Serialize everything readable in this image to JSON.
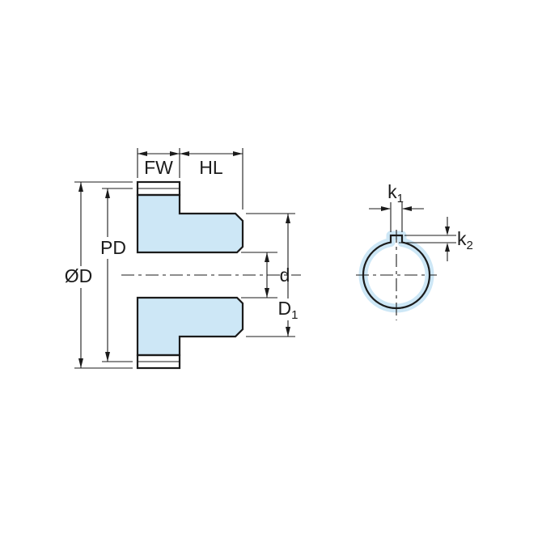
{
  "colors": {
    "highlight_fill": "#cde7f6",
    "line_color": "#1b1b1b",
    "background": "#ffffff"
  },
  "section_view": {
    "labels": {
      "face_width": "FW",
      "hub_length": "HL",
      "outer_diameter": "ØD",
      "pitch_diameter": "PD",
      "bore_diameter": "d",
      "hub_diameter": {
        "base": "D",
        "sub": "1"
      }
    }
  },
  "end_view": {
    "labels": {
      "keyway_width": {
        "base": "k",
        "sub": "1"
      },
      "keyway_depth": {
        "base": "k",
        "sub": "2"
      }
    }
  }
}
